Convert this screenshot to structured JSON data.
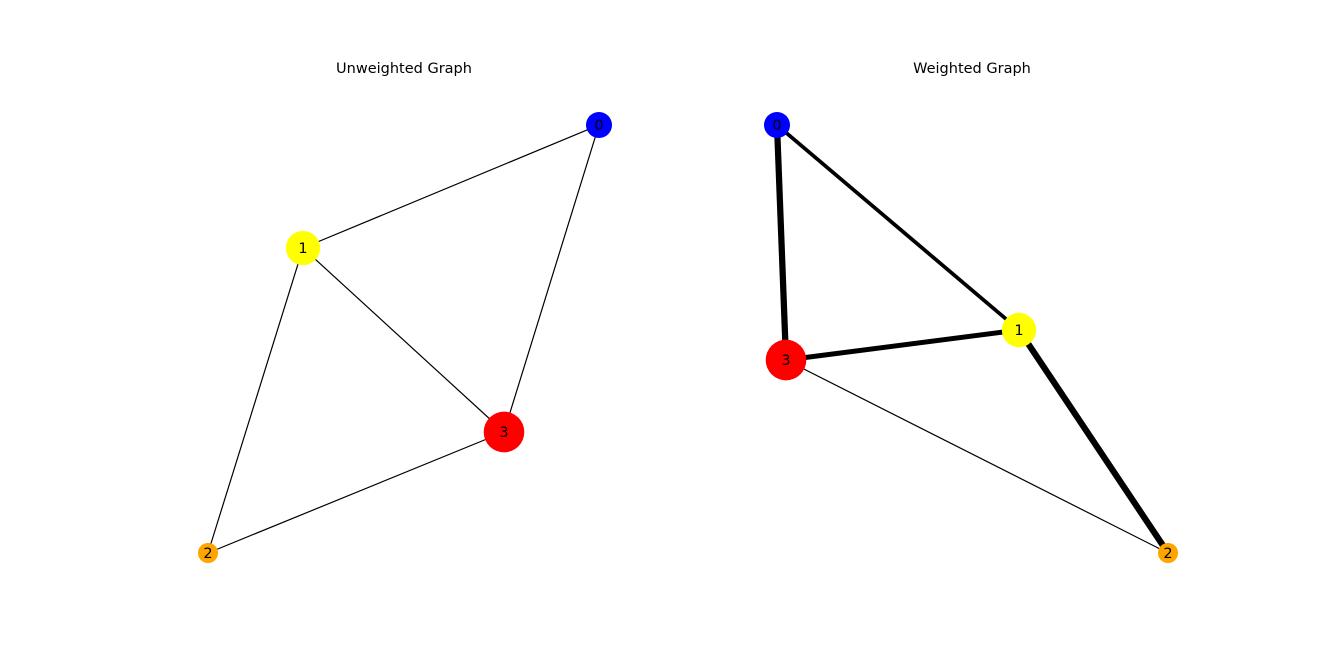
{
  "panels": [
    {
      "id": "unweighted",
      "title": "Unweighted Graph",
      "nodes": [
        {
          "id": "0",
          "label": "0",
          "color": "#0000ff",
          "size": 1
        },
        {
          "id": "1",
          "label": "1",
          "color": "#ffff00",
          "size": 2
        },
        {
          "id": "2",
          "label": "2",
          "color": "#ffa500",
          "size": 0.5
        },
        {
          "id": "3",
          "label": "3",
          "color": "#ff0000",
          "size": 3
        }
      ],
      "edges": [
        {
          "source": "0",
          "target": "1",
          "weight": 1
        },
        {
          "source": "0",
          "target": "3",
          "weight": 1
        },
        {
          "source": "1",
          "target": "3",
          "weight": 1
        },
        {
          "source": "1",
          "target": "2",
          "weight": 1
        },
        {
          "source": "2",
          "target": "3",
          "weight": 1
        }
      ]
    },
    {
      "id": "weighted",
      "title": "Weighted Graph",
      "nodes": [
        {
          "id": "0",
          "label": "0",
          "color": "#0000ff",
          "size": 1
        },
        {
          "id": "1",
          "label": "1",
          "color": "#ffff00",
          "size": 2
        },
        {
          "id": "2",
          "label": "2",
          "color": "#ffa500",
          "size": 0.5
        },
        {
          "id": "3",
          "label": "3",
          "color": "#ff0000",
          "size": 3
        }
      ],
      "edges": [
        {
          "source": "0",
          "target": "3",
          "weight": 5
        },
        {
          "source": "0",
          "target": "1",
          "weight": 3
        },
        {
          "source": "3",
          "target": "1",
          "weight": 4
        },
        {
          "source": "1",
          "target": "2",
          "weight": 5
        },
        {
          "source": "3",
          "target": "2",
          "weight": 1
        }
      ]
    }
  ]
}
